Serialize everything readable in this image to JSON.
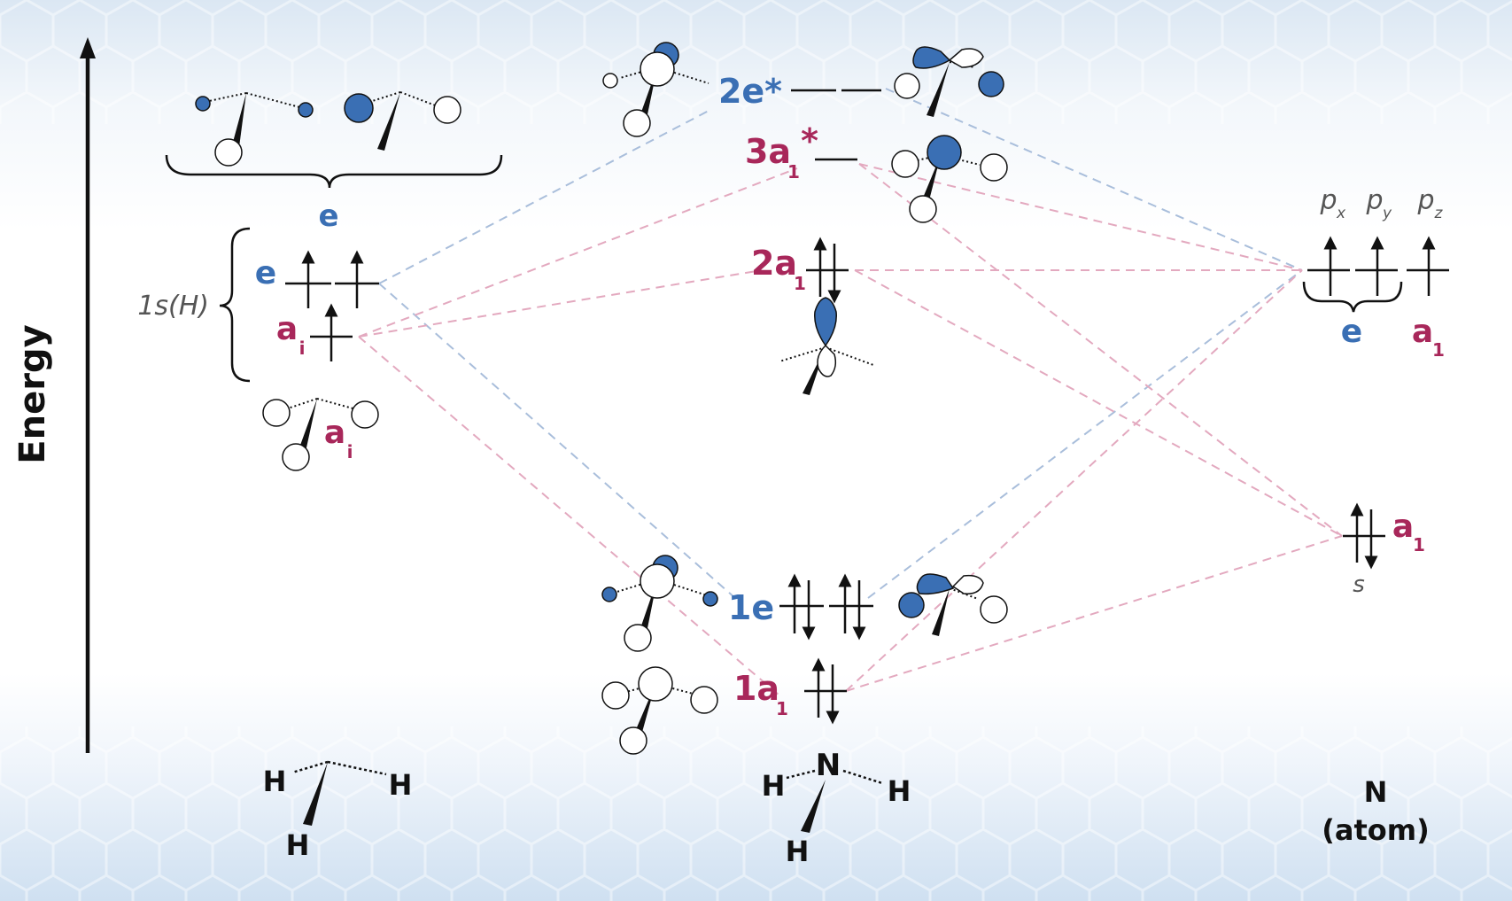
{
  "axis": {
    "label": "Energy"
  },
  "colors": {
    "blue": "#3a6fb4",
    "red": "#a8275a",
    "gray": "#555555",
    "dash_blue": "#a9bedb",
    "dash_red": "#e3a9bf"
  },
  "left": {
    "group_label": "1s(H)",
    "brace_label": "e",
    "levels": {
      "e": "e",
      "a_main": "a",
      "a_sub": "i"
    },
    "bottom_a_main": "a",
    "bottom_a_sub": "i",
    "molecule": {
      "h1": "H",
      "h2": "H",
      "h3": "H"
    }
  },
  "center": {
    "mo_2e": {
      "main": "2e*"
    },
    "mo_3a1": {
      "main": "3a",
      "sub": "1",
      "star": "*"
    },
    "mo_2a1": {
      "main": "2a",
      "sub": "1"
    },
    "mo_1e": {
      "main": "1e"
    },
    "mo_1a1": {
      "main": "1a",
      "sub": "1"
    },
    "molecule": {
      "n": "N",
      "h1": "H",
      "h2": "H",
      "h3": "H"
    }
  },
  "right": {
    "p_labels": [
      {
        "main": "p",
        "sub": "x"
      },
      {
        "main": "p",
        "sub": "y"
      },
      {
        "main": "p",
        "sub": "z"
      }
    ],
    "e_label": "e",
    "a1_p": {
      "main": "a",
      "sub": "1"
    },
    "a1_s": {
      "main": "a",
      "sub": "1"
    },
    "s_label": "s",
    "atom_title": "N",
    "atom_subtitle": "(atom)"
  }
}
